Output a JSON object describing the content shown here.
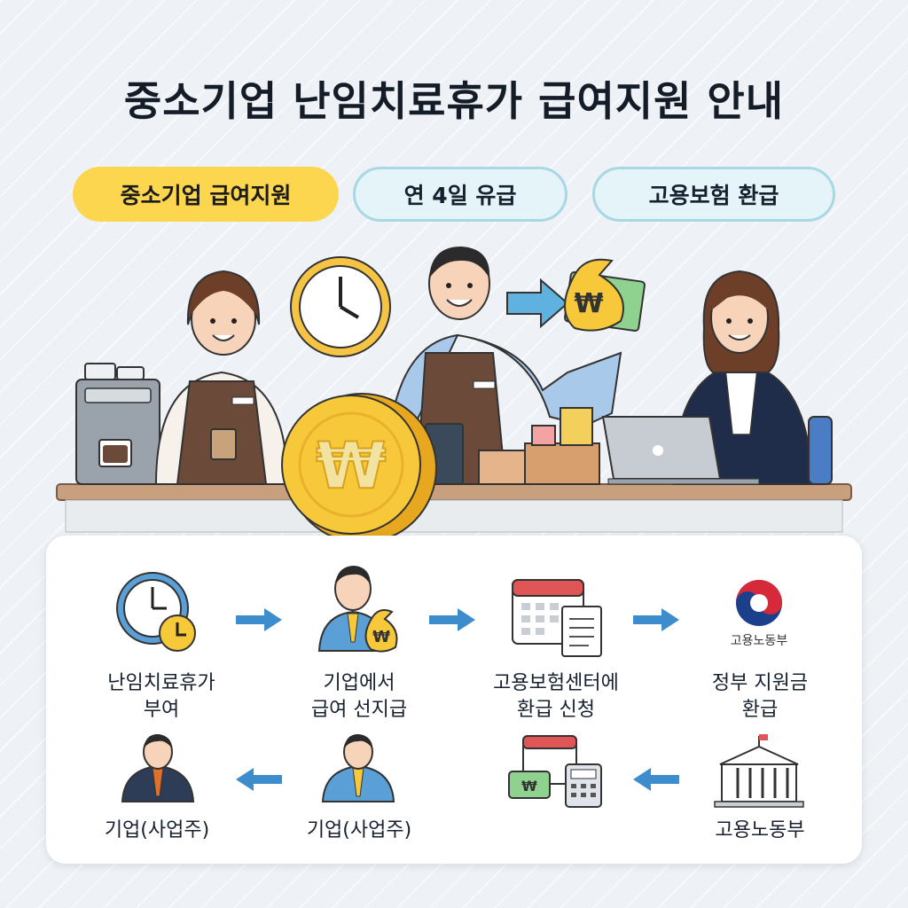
{
  "title": "중소기업 난임치료휴가 급여지원 안내",
  "pills": [
    "중소기업 급여지원",
    "연 4일 유급",
    "고용보험 환급"
  ],
  "steps": {
    "s1": {
      "line1": "난임치료휴가",
      "line2": "부여"
    },
    "s2": {
      "line1": "기업에서",
      "line2": "급여 선지급"
    },
    "s3": {
      "line1": "고용보험센터에",
      "line2": "환급 신청"
    },
    "s4": {
      "line1": "정부 지원금",
      "line2": "환급"
    },
    "b1": "기업(사업주)",
    "b2": "기업(사업주)",
    "b3": "고용노동부"
  },
  "ministry_logo_text": "고용노동부",
  "colors": {
    "yellow": "#fbd64e",
    "pill_blue": "#e4f4f8",
    "arrow_blue": "#3d8ccb",
    "coin": "#f7c93a",
    "apron": "#6b4a3a"
  },
  "icons": [
    "clock-icon",
    "businessman-moneybag-icon",
    "calendar-document-icon",
    "ministry-logo-icon",
    "businessman-icon",
    "employee-icon",
    "calendar-money-calculator-icon",
    "government-building-icon"
  ]
}
